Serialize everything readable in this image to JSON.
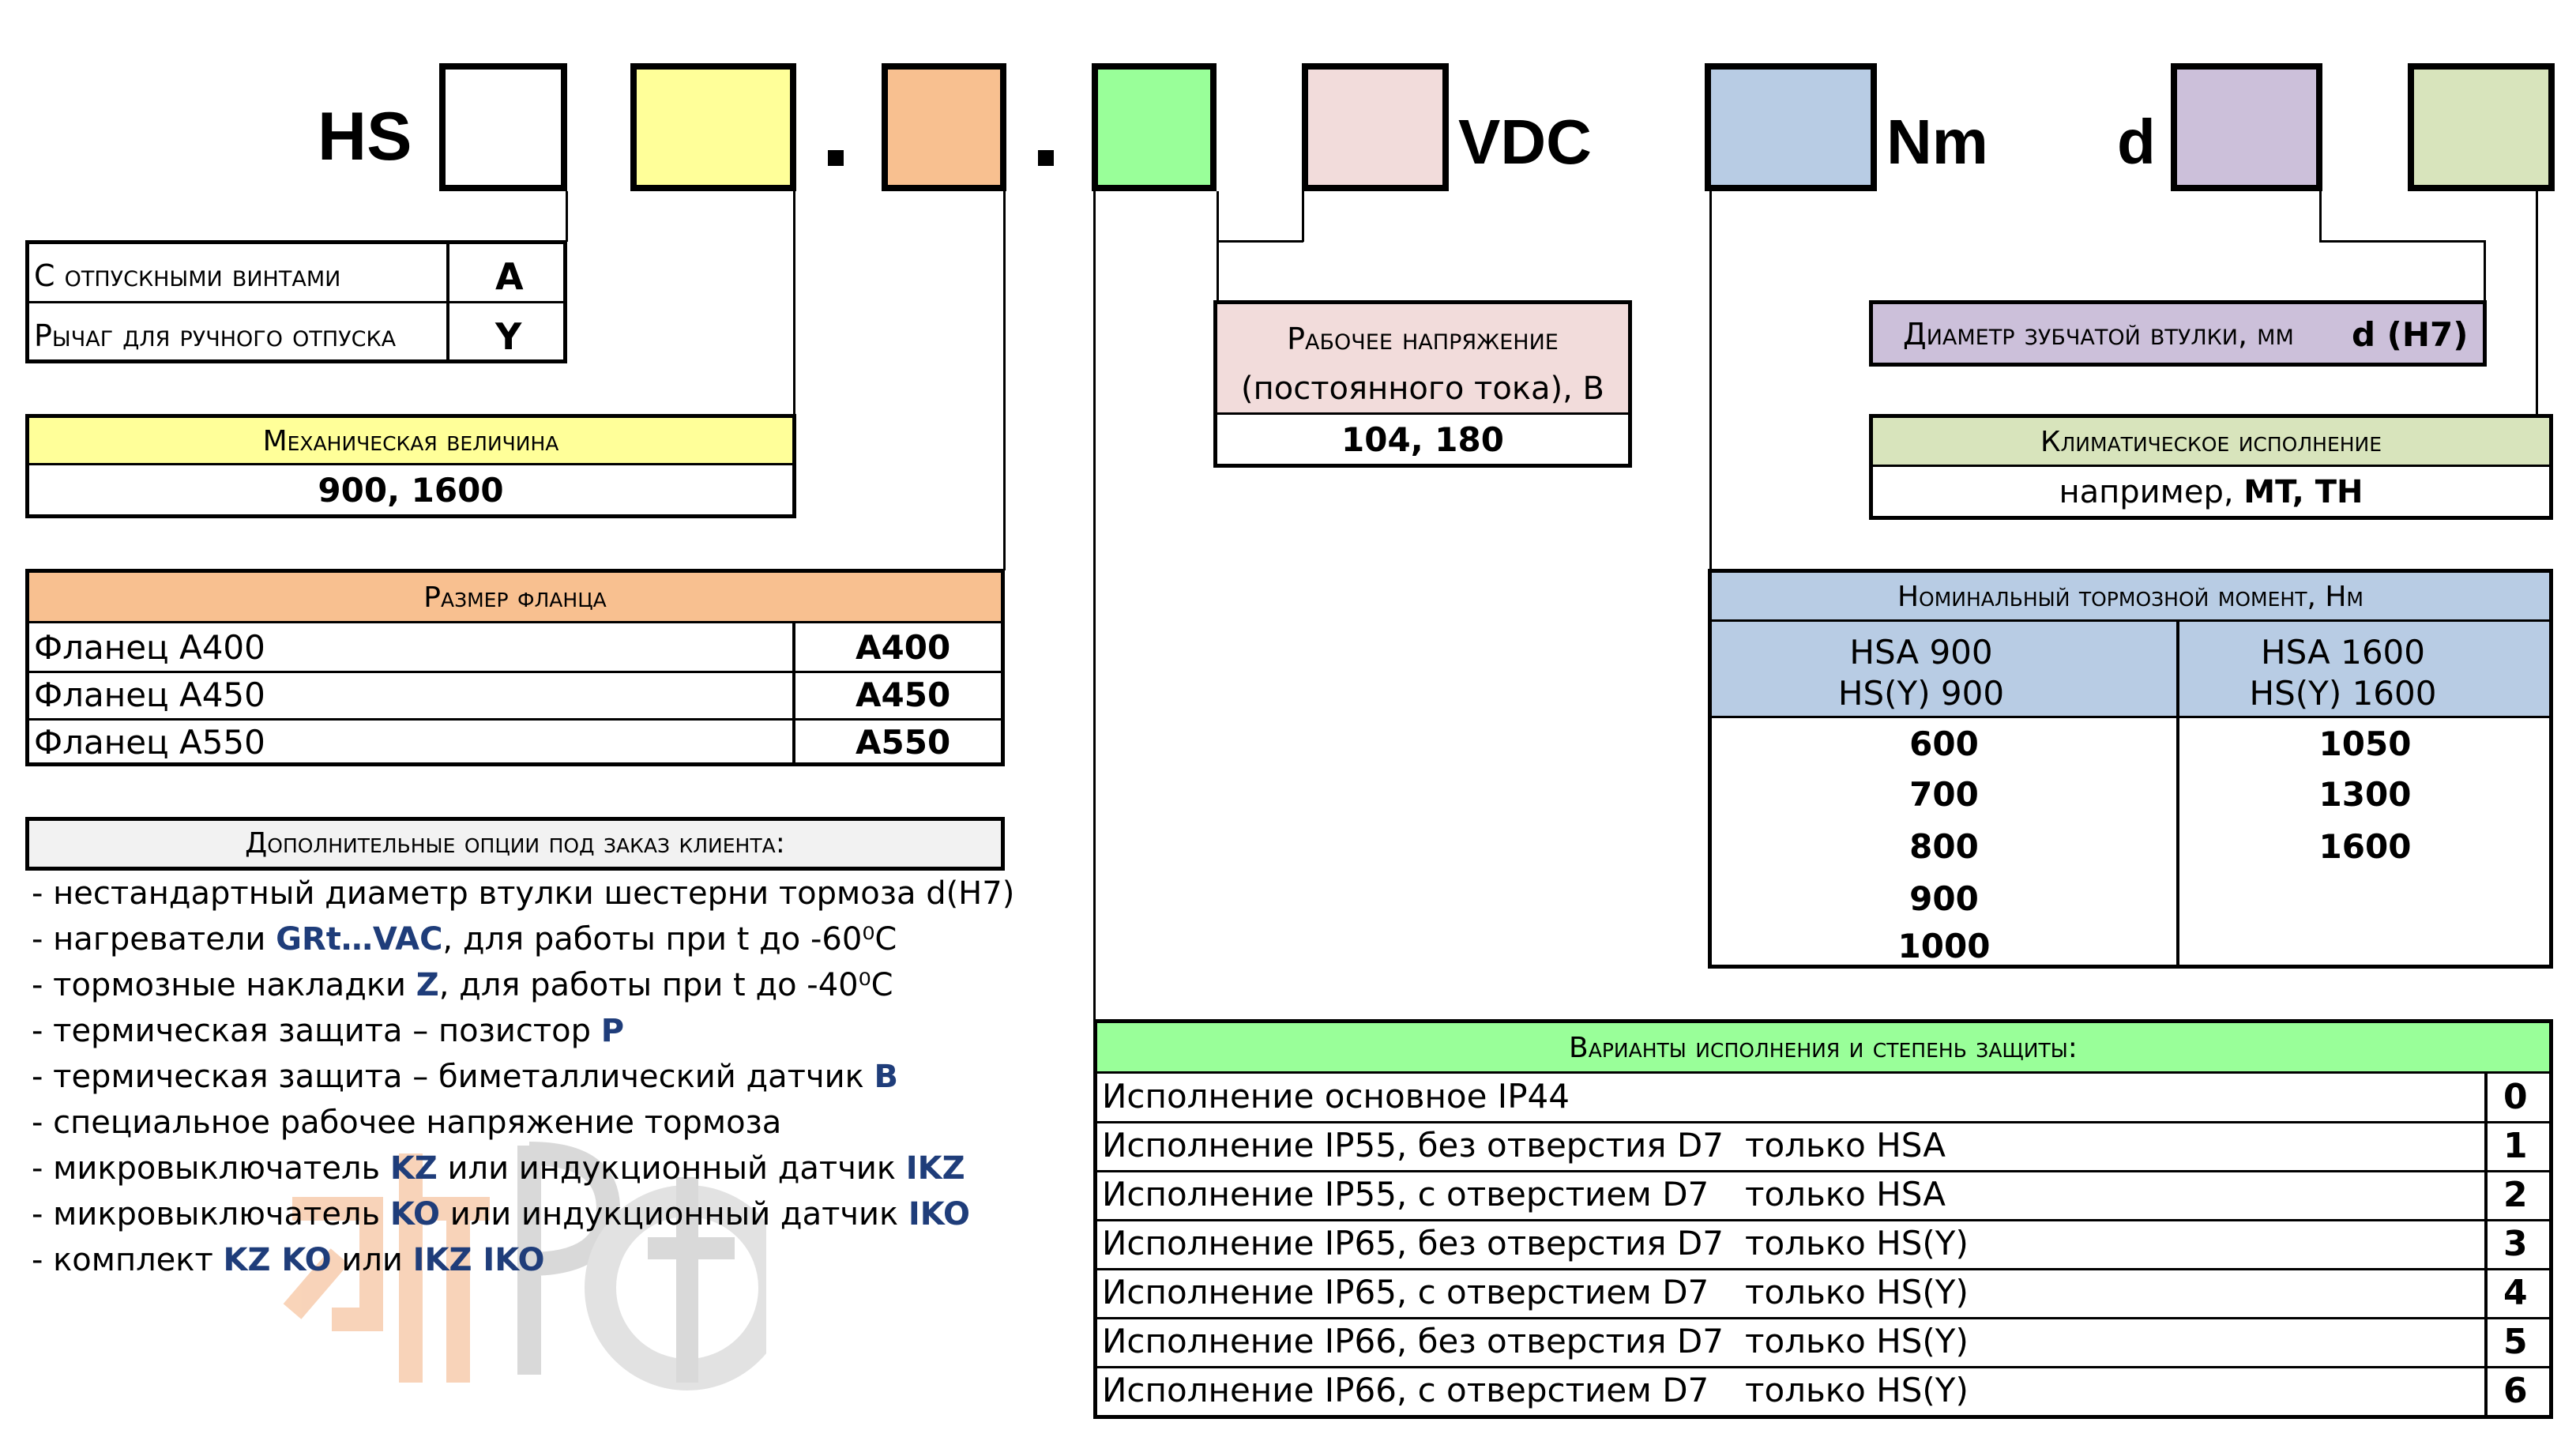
{
  "code": {
    "prefix": "HS",
    "dot1": ".",
    "dot2": ".",
    "vdc": "VDC",
    "nm": "Nm",
    "d": "d",
    "box_colors": [
      "#ffffff",
      "#ffff99",
      "#f8c090",
      "#99ff99",
      "#f2dcdb",
      "#b8cce4",
      "#ccc0da",
      "#d8e4bc"
    ]
  },
  "release": {
    "rows": [
      {
        "label": "С отпускными винтами",
        "code": "A"
      },
      {
        "label": "Рычаг для ручного отпуска",
        "code": "Y"
      }
    ]
  },
  "mechanical": {
    "title": "Механическая величина",
    "value": "900, 1600",
    "color": "#ffff99"
  },
  "flange": {
    "title": "Размер фланца",
    "color": "#f8c090",
    "rows": [
      {
        "label": "Фланец A400",
        "code": "A400"
      },
      {
        "label": "Фланец A450",
        "code": "A450"
      },
      {
        "label": "Фланец A550",
        "code": "A550"
      }
    ]
  },
  "options": {
    "title": "Дополнительные опции  под заказ клиента:",
    "color": "#f2f2f2",
    "items": [
      {
        "text": "- нестандартный  диаметр втулки шестерни тормоза d(H7)",
        "code": "",
        "tail": ""
      },
      {
        "text": "- нагреватели ",
        "code": "GRt…VAC",
        "tail": ", для работы при t до -60⁰C"
      },
      {
        "text": "- тормозные накладки ",
        "code": "Z",
        "tail": ", для работы при t до -40⁰C"
      },
      {
        "text": "- термическая  защита – позистор ",
        "code": "P",
        "tail": ""
      },
      {
        "text": "- термическая  защита – биметаллический датчик ",
        "code": "B",
        "tail": ""
      },
      {
        "text": "- специальное рабочее напряжение тормоза",
        "code": "",
        "tail": ""
      },
      {
        "text": "- микровыключатель ",
        "code": "KZ",
        "tail": " или индукционный датчик ",
        "code2": "IKZ"
      },
      {
        "text": "- микровыключатель ",
        "code": "KO",
        "tail": " или индукционный датчик ",
        "code2": "IKO"
      },
      {
        "text": "- комплект ",
        "code": "KZ KO",
        "tail": " или ",
        "code2": "IKZ IKO"
      }
    ]
  },
  "voltage": {
    "title_line1": "Рабочее  напряжение",
    "title_line2": "(постоянного тока), В",
    "value": "104, 180",
    "color": "#f2dcdb"
  },
  "diameter": {
    "label": "Диаметр зубчатой втулки, мм",
    "code": "d (H7)",
    "color": "#ccc0da"
  },
  "climate": {
    "title": "Климатическое исполнение",
    "prefix": "например, ",
    "value": "MT, TH",
    "color": "#d8e4bc"
  },
  "torque": {
    "title": "Номинальный тормозной момент, Нм",
    "color": "#b8cce4",
    "col1_line1": "HSA 900",
    "col1_line2": "HS(Y) 900",
    "col2_line1": "HSA 1600",
    "col2_line2": "HS(Y) 1600",
    "col1_values": [
      "600",
      "700",
      "800",
      "900",
      "1000"
    ],
    "col2_values": [
      "1050",
      "1300",
      "1600"
    ]
  },
  "protection": {
    "title": "Варианты исполнения и степень защиты:",
    "color": "#99ff99",
    "rows": [
      {
        "label": "Исполнение основное IP44",
        "note": "",
        "code": "0"
      },
      {
        "label": "Исполнение IP55, без отверстия D7",
        "note": "только HSA",
        "code": "1"
      },
      {
        "label": "Исполнение IP55, с отверстием D7",
        "note": "только HSA",
        "code": "2"
      },
      {
        "label": "Исполнение IP65, без отверстия D7",
        "note": "только HS(Y)",
        "code": "3"
      },
      {
        "label": "Исполнение IP65, с отверстием D7",
        "note": "только HS(Y)",
        "code": "4"
      },
      {
        "label": "Исполнение IP66, без отверстия D7",
        "note": "только HS(Y)",
        "code": "5"
      },
      {
        "label": "Исполнение IP66, с отверстием D7",
        "note": "только HS(Y)",
        "code": "6"
      }
    ]
  }
}
